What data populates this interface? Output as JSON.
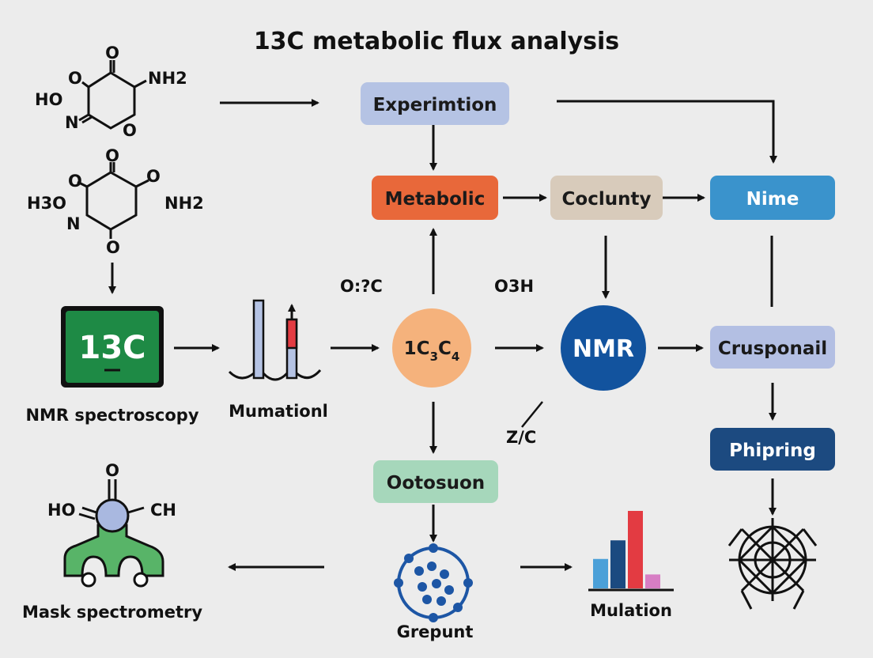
{
  "title": "13C metabolic flux analysis",
  "nodes": {
    "experimtion": "Experimtion",
    "metabolic": "Metabolic",
    "coclunty": "Coclunty",
    "nime": "Nime",
    "c3c4": {
      "base": "1C",
      "sub1": "3",
      "mid": "C",
      "sub2": "4"
    },
    "nmr": "NMR",
    "crusponail": "Crusponail",
    "phipring": "Phipring",
    "ootosuon": "Ootosuon",
    "c13_badge": "13C"
  },
  "labels": {
    "nmr_spectroscopy": "NMR spectroscopy",
    "mumationl": "Mumationl",
    "mask_spectrometry": "Mask spectrometry",
    "grepunt": "Grepunt",
    "mulation": "Mulation",
    "o2c": "O:?C",
    "o3h": "O3H",
    "z7c": "Z/C"
  },
  "molecules": {
    "top": {
      "o_top": "O",
      "ho": "HO",
      "o_left": "O",
      "nh2": "NH2",
      "n": "N",
      "o_bottom": "O"
    },
    "middle": {
      "o_top": "O",
      "h3o": "H3O",
      "o_left": "O",
      "nh2": "NH2",
      "n": "N",
      "o_bottom": "O"
    },
    "bottom": {
      "o": "O",
      "ho": "HO",
      "ch": "CH"
    }
  },
  "colors": {
    "experimtion": "#b5c3e4",
    "metabolic": "#e8683a",
    "coclunty": "#d8cbbb",
    "nime": "#3a93cc",
    "c3c4": "#f5b27c",
    "nmr": "#12539e",
    "crusponail": "#b3bfe3",
    "phipring": "#1c4a80",
    "ootosuon": "#a6d7bb",
    "c13_badge": "#1e8a45",
    "mass_spec": "#58b468"
  },
  "chart_data": {
    "type": "bar",
    "categories": [
      "",
      "",
      "",
      ""
    ],
    "values": [
      38,
      62,
      100,
      18
    ],
    "colors": [
      "#4ba0d8",
      "#1b4a80",
      "#e33b42",
      "#d77ec4"
    ],
    "ylim": [
      0,
      100
    ]
  }
}
